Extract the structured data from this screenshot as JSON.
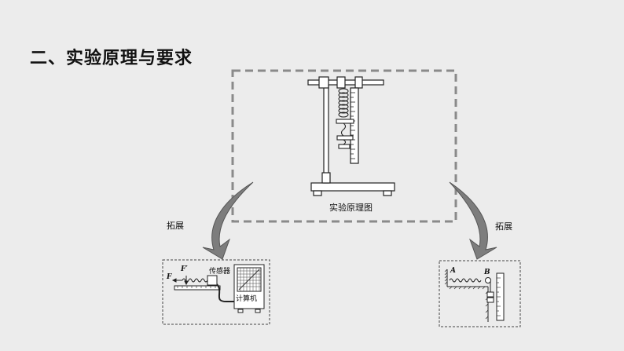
{
  "slide": {
    "title": "二、实验原理与要求",
    "main_caption": "实验原理图",
    "left_arrow_label": "拓展",
    "right_arrow_label": "拓展",
    "left_diagram": {
      "force_F": "F",
      "force_F_prime": "F′",
      "sensor_label": "传感器",
      "computer_label": "计算机"
    },
    "right_diagram": {
      "point_A": "A",
      "point_B": "B"
    }
  }
}
